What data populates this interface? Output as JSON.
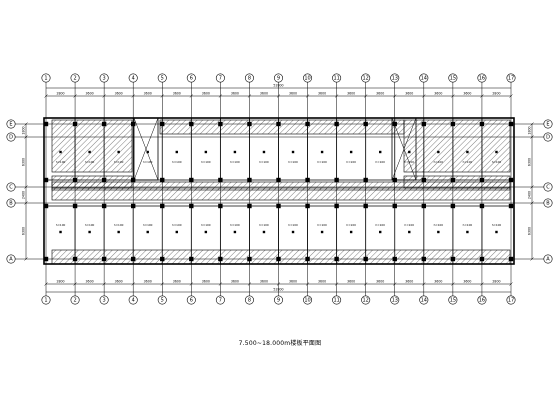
{
  "drawing": {
    "title": "7.500~18.000m楼板平面图",
    "total_length": "52800",
    "top_dims": [
      "2800",
      "3600",
      "3600",
      "3600",
      "3600",
      "3600",
      "3600",
      "3600",
      "3600",
      "3600",
      "3600",
      "3600",
      "3600",
      "3600",
      "3600",
      "2800"
    ],
    "bottom_dims": [
      "2800",
      "3600",
      "3600",
      "3600",
      "3600",
      "3600",
      "3600",
      "3600",
      "3600",
      "3600",
      "3600",
      "3600",
      "3600",
      "3600",
      "3600",
      "2800"
    ],
    "left_dims": [
      "1800",
      "6300",
      "2400",
      "6300"
    ],
    "right_dims": [
      "1800",
      "6300",
      "2400",
      "6300"
    ],
    "col_axes": [
      "1",
      "2",
      "3",
      "4",
      "5",
      "6",
      "7",
      "8",
      "9",
      "10",
      "11",
      "12",
      "13",
      "14",
      "15",
      "16",
      "17"
    ],
    "row_axes": [
      "E",
      "D",
      "C",
      "B",
      "A"
    ],
    "slab_label": "h=100"
  }
}
